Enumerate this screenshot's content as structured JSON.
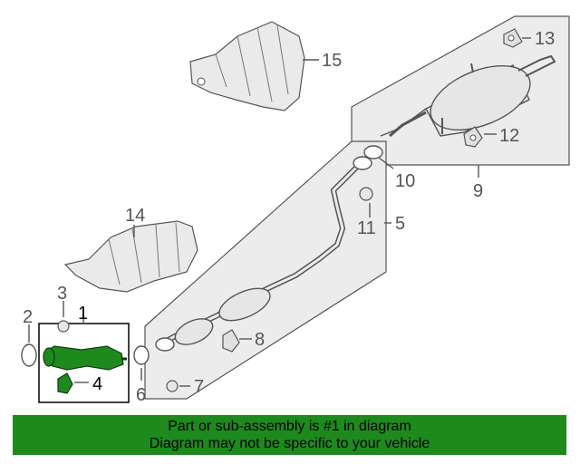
{
  "callouts": {
    "c1": "1",
    "c2": "2",
    "c3": "3",
    "c4": "4",
    "c5": "5",
    "c6": "6",
    "c7": "7",
    "c8": "8",
    "c9": "9",
    "c10": "10",
    "c11": "11",
    "c12": "12",
    "c13": "13",
    "c14": "14",
    "c15": "15"
  },
  "banner": {
    "line1": "Part or sub-assembly is #1 in diagram",
    "line2": "Diagram may not be specific to your vehicle"
  },
  "colors": {
    "highlight": "#1e8a1e",
    "line": "#555555",
    "panel": "#ececec"
  }
}
